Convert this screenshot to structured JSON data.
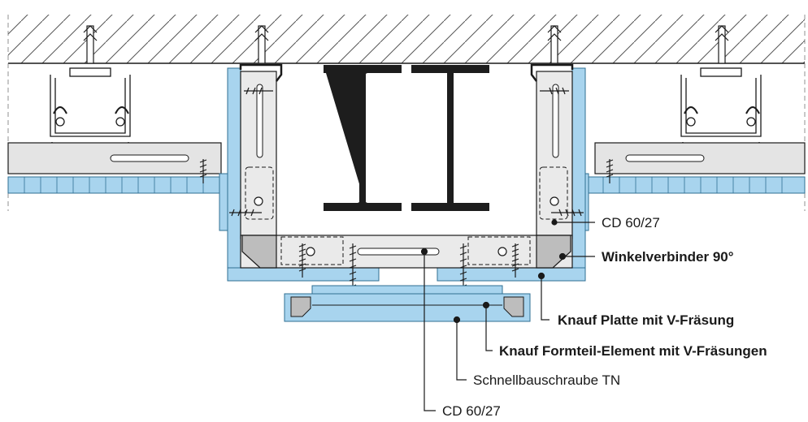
{
  "colors": {
    "board": "#a8d4ee",
    "board_stroke": "#2f6f93",
    "profile_fill": "#eaeaea",
    "corner_fill": "#bdbdbd",
    "steel": "#1d1d1d",
    "hatch": "#555555",
    "line": "#1a1a1a"
  },
  "labels": {
    "cd_upper": "CD 60/27",
    "winkelverbinder": "Winkelverbinder 90°",
    "knauf_platte": "Knauf Platte mit V-Fräsung",
    "knauf_formteil": "Knauf Formteil-Element mit V-Fräsungen",
    "schnellbauschraube": "Schnellbauschraube TN",
    "cd_lower": "CD 60/27"
  },
  "icons": {
    "anchor": "ceiling-anchor-icon",
    "screw": "drywall-screw-icon",
    "beam": "steel-i-beam-icon"
  }
}
